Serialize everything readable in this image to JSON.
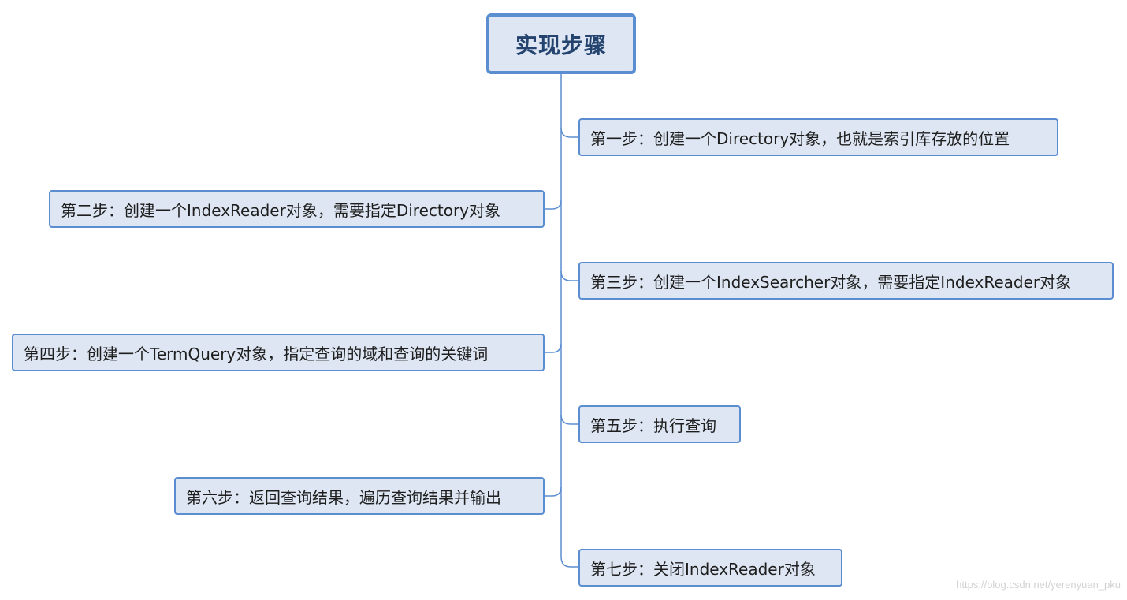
{
  "root": {
    "title": "实现步骤"
  },
  "steps": [
    {
      "label": "第一步：创建一个Directory对象，也就是索引库存放的位置"
    },
    {
      "label": "第二步：创建一个IndexReader对象，需要指定Directory对象"
    },
    {
      "label": "第三步：创建一个IndexSearcher对象，需要指定IndexReader对象"
    },
    {
      "label": "第四步：创建一个TermQuery对象，指定查询的域和查询的关键词"
    },
    {
      "label": "第五步：执行查询"
    },
    {
      "label": "第六步：返回查询结果，遍历查询结果并输出"
    },
    {
      "label": "第七步：关闭IndexReader对象"
    }
  ],
  "watermark": "https://blog.csdn.net/yerenyuan_pku",
  "colors": {
    "node_fill": "#dde6f2",
    "node_border": "#5b8ed0",
    "connector": "#5b8ed0",
    "root_text": "#24446f"
  }
}
